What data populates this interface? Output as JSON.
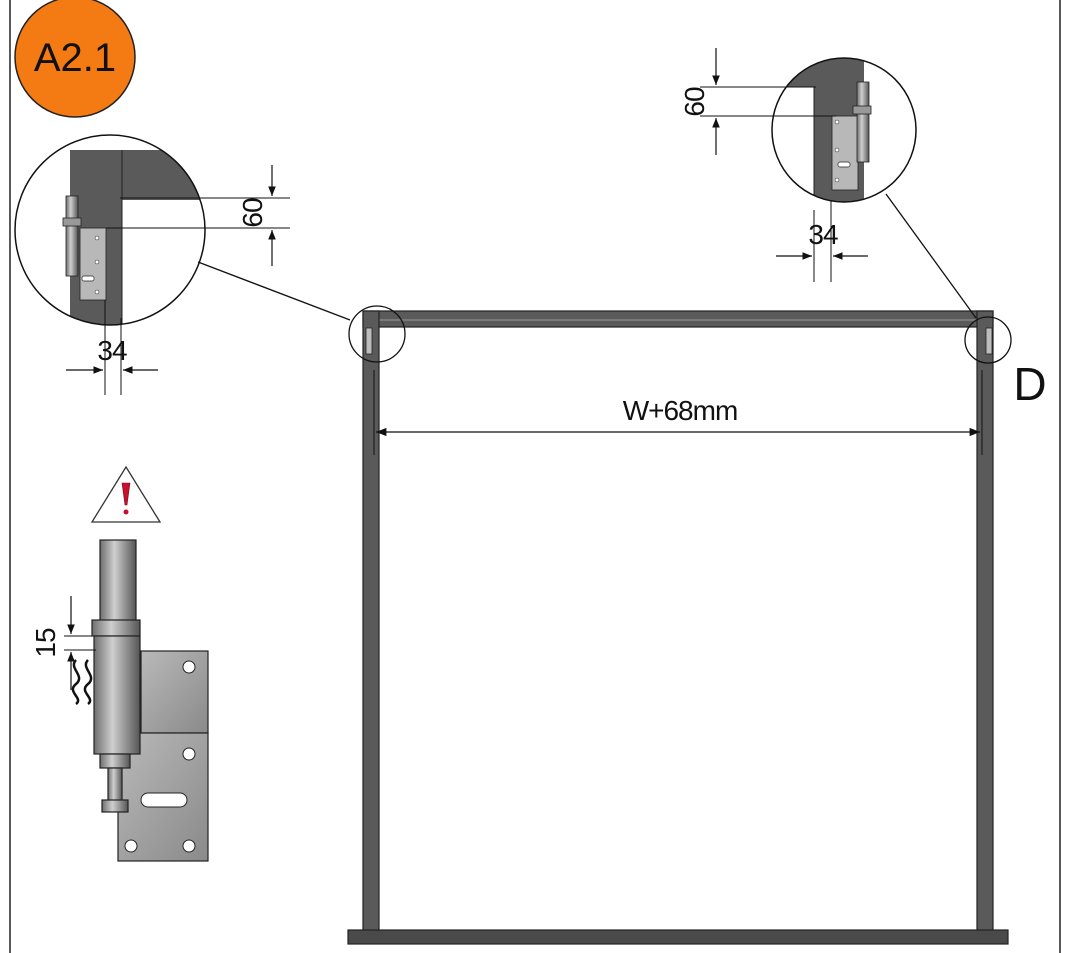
{
  "step_badge": {
    "label": "A2.1",
    "color": "#f47a14"
  },
  "side_label": "D",
  "width_dimension": "W+68mm",
  "detail_left": {
    "height_dim": "60",
    "width_dim": "34"
  },
  "detail_right": {
    "height_dim": "60",
    "width_dim": "34"
  },
  "latch_detail": {
    "gap_dim": "15",
    "warning_icon": "warning-triangle-icon"
  },
  "colors": {
    "frame": "#5a5a5a",
    "frame_dark": "#3c3c3c",
    "plate": "#9a9a9a",
    "warning": "#c8102e"
  }
}
